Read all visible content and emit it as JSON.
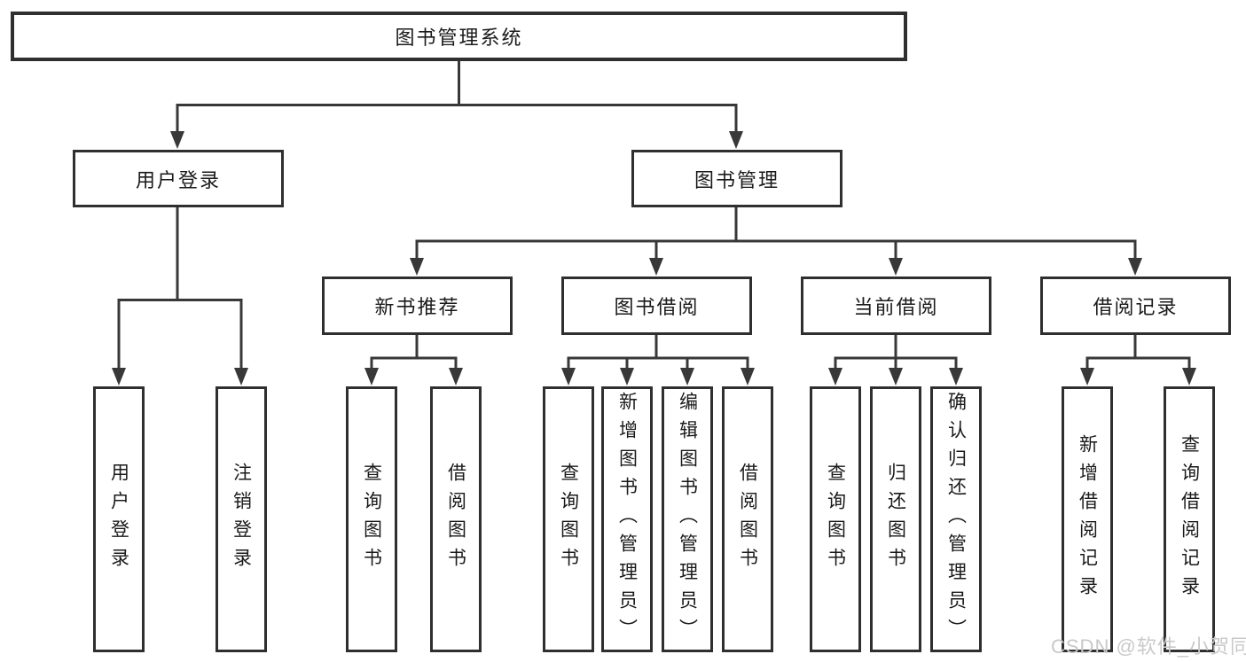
{
  "diagram": {
    "root": {
      "label": "图书管理系统"
    },
    "branches": [
      {
        "label": "用户登录",
        "leaves": [
          "用户登录",
          "注销登录"
        ]
      },
      {
        "label": "图书管理",
        "children": [
          {
            "label": "新书推荐",
            "leaves": [
              "查询图书",
              "借阅图书"
            ]
          },
          {
            "label": "图书借阅",
            "leaves": [
              "查询图书",
              "新增图书（管理员）",
              "编辑图书（管理员）",
              "借阅图书"
            ]
          },
          {
            "label": "当前借阅",
            "leaves": [
              "查询图书",
              "归还图书",
              "确认归还（管理员）"
            ]
          },
          {
            "label": "借阅记录",
            "leaves": [
              "新增借阅记录",
              "查询借阅记录"
            ]
          }
        ]
      }
    ]
  },
  "watermark": {
    "text": "CSDN @软件_小贺同学"
  },
  "colors": {
    "line": "#383838",
    "box_border": "#2f2f2f",
    "text": "#1a1a1a",
    "watermark": "#c9c9c9",
    "background": "#ffffff"
  }
}
